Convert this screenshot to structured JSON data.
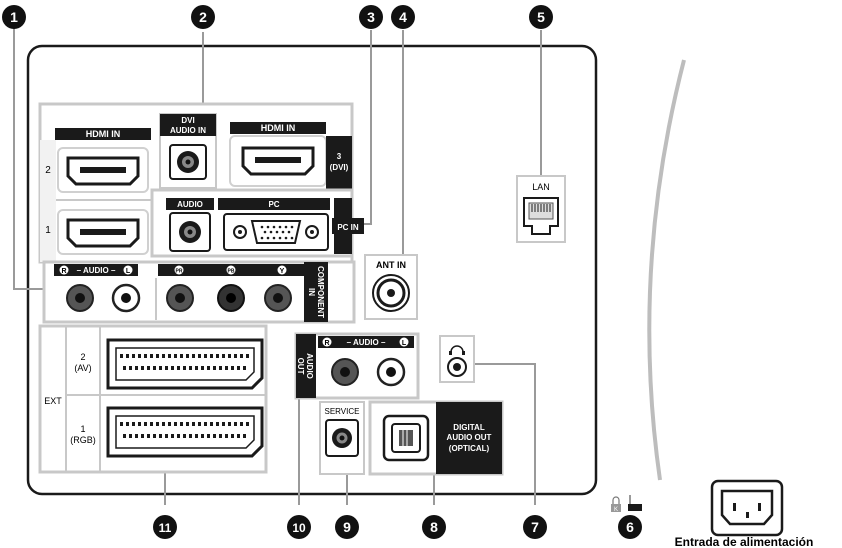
{
  "callouts": [
    "1",
    "2",
    "3",
    "4",
    "5",
    "6",
    "7",
    "8",
    "9",
    "10",
    "11"
  ],
  "labels": {
    "hdmi_in_left": "HDMI IN",
    "hdmi_in_right": "HDMI IN",
    "hdmi_2": "2",
    "hdmi_1": "1",
    "dvi_audio_in_line1": "DVI",
    "dvi_audio_in_line2": "AUDIO IN",
    "hdmi_3_line1": "3",
    "hdmi_3_line2": "(DVI)",
    "pc_audio": "AUDIO",
    "pc": "PC",
    "pc_in": "PC IN",
    "lan": "LAN",
    "ant_in": "ANT IN",
    "component_r": "R",
    "component_audio": "– AUDIO –",
    "component_l": "L",
    "pr": "PR",
    "pb": "PB",
    "y": "Y",
    "component_in_line1": "COMPONENT",
    "component_in_line2": "IN",
    "ext": "EXT",
    "ext_2_line1": "2",
    "ext_2_line2": "(AV)",
    "ext_1_line1": "1",
    "ext_1_line2": "(RGB)",
    "audio_out_r": "R",
    "audio_out_audio": "– AUDIO –",
    "audio_out_l": "L",
    "audio_out_line1": "AUDIO",
    "audio_out_line2": "OUT",
    "service": "SERVICE",
    "digital_line1": "DIGITAL",
    "digital_line2": "AUDIO OUT",
    "digital_line3": "(OPTICAL)",
    "kensington": "K",
    "power_input": "Entrada de alimentación"
  },
  "colors": {
    "panel_border": "#1a1a1a",
    "group_border": "#c8c8c8",
    "header_fill": "#1a1a1a",
    "jack_gray": "#5a5a5a",
    "callout_fill": "#111111"
  }
}
